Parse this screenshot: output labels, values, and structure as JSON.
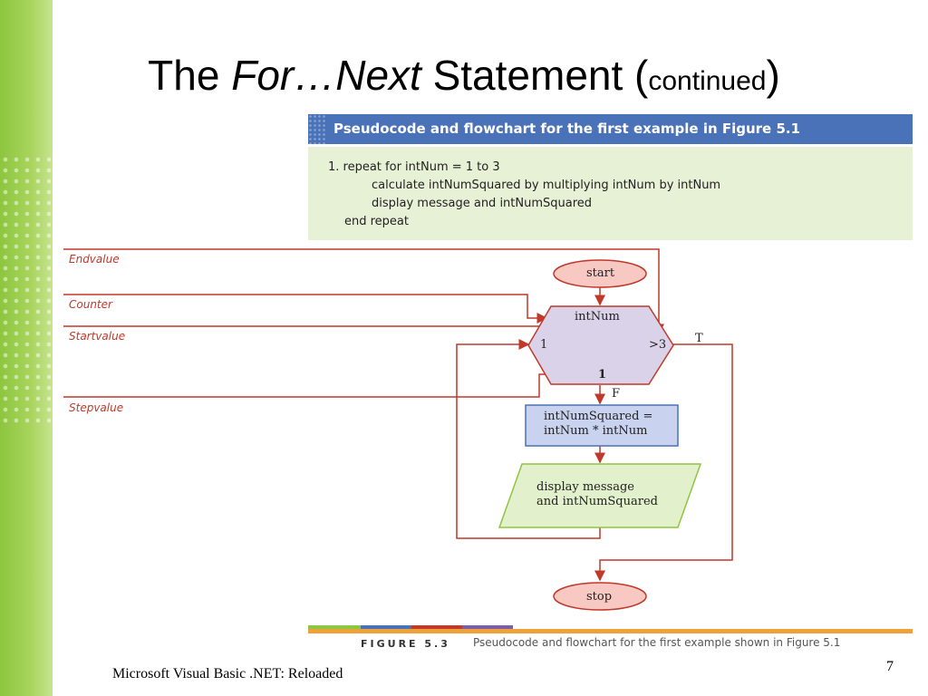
{
  "slide": {
    "title": {
      "prefix": "The ",
      "italic": "For…Next",
      "middle": " Statement (",
      "small": "continued",
      "suffix": ")"
    },
    "footer": "Microsoft Visual Basic .NET: Reloaded",
    "page_number": "7"
  },
  "pseudocode": {
    "header": "Pseudocode and flowchart for the first example in Figure 5.1",
    "lines": [
      "1. repeat for intNum = 1 to 3",
      "calculate intNumSquared by multiplying intNum by intNum",
      "display message and intNumSquared",
      "end repeat"
    ]
  },
  "labels": {
    "endvalue": "Endvalue",
    "counter": "Counter",
    "startvalue": "Startvalue",
    "stepvalue": "Stepvalue"
  },
  "flowchart": {
    "start": "start",
    "loop_variable": "intNum",
    "start_value": "1",
    "end_test": ">3",
    "step_value": "1",
    "true_label": "T",
    "false_label": "F",
    "process_line1": "intNumSquared =",
    "process_line2": "intNum * intNum",
    "output_line1": "display message",
    "output_line2": "and intNumSquared",
    "stop": "stop"
  },
  "figure": {
    "label": "FIGURE 5.3",
    "caption": "Pseudocode and flowchart for the first example shown in Figure 5.1"
  },
  "colors": {
    "accent_green": "#8dc63f",
    "header_blue": "#4a72b8",
    "line_red": "#c0392b",
    "hexagon_fill": "#d9d2e9",
    "process_fill": "#c9d3ef",
    "io_fill": "#e2f0cb",
    "terminal_fill": "#f8c9c2"
  }
}
